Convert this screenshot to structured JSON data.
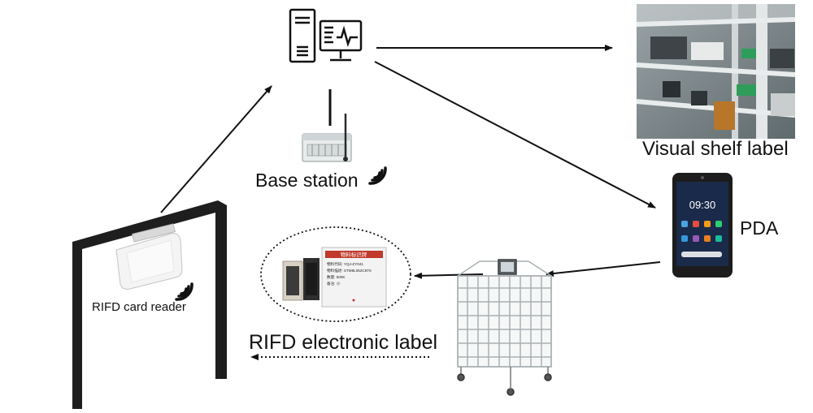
{
  "labels": {
    "visual_shelf_label": "Visual shelf label",
    "pda": "PDA",
    "base_station": "Base station",
    "rfid_card_reader": "RIFD card reader",
    "rfid_electronic_label": "RIFD electronic label"
  },
  "pda_screen": {
    "time": "09:30"
  },
  "electronic_tag": {
    "header": "物料标识牌",
    "lines": [
      "物料代码: YQJ-ZY041",
      "物料描述: STM8L052C6T6",
      "数量: 500K",
      "备注: 小"
    ]
  },
  "colors": {
    "line": "#111111",
    "tag_header": "#c0392b",
    "screen": "#1a2a4a"
  }
}
